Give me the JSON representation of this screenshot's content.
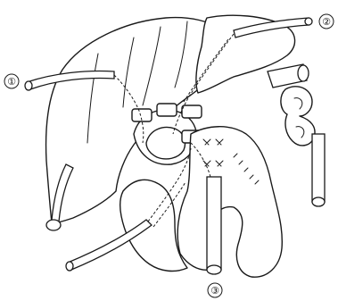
{
  "callouts": [
    {
      "id": "callout-1",
      "label": "①"
    },
    {
      "id": "callout-2",
      "label": "②"
    },
    {
      "id": "callout-3",
      "label": "③"
    }
  ]
}
